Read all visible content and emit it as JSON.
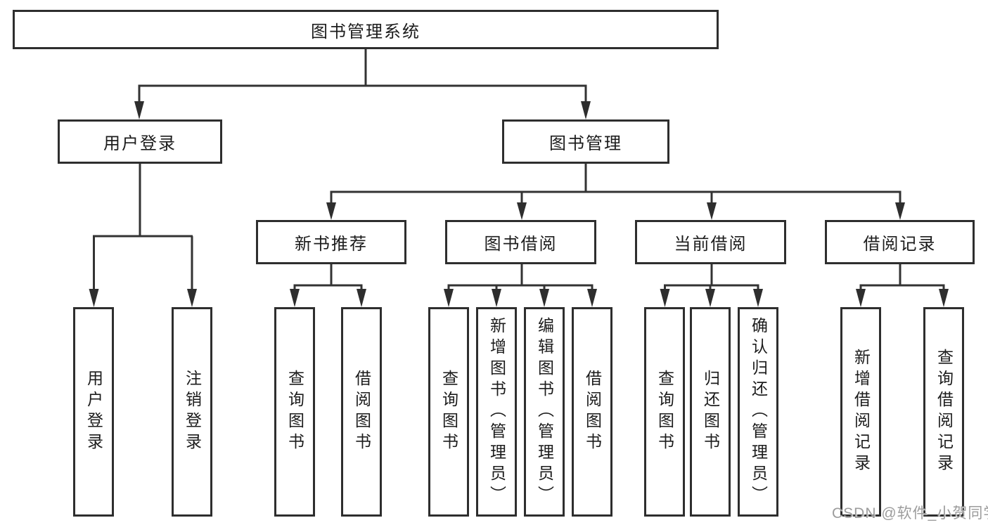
{
  "diagram": {
    "root_label": "图书管理系统",
    "level2": [
      {
        "label": "用户登录"
      },
      {
        "label": "图书管理"
      }
    ],
    "level3": [
      {
        "label": "新书推荐",
        "parent": "图书管理"
      },
      {
        "label": "图书借阅",
        "parent": "图书管理"
      },
      {
        "label": "当前借阅",
        "parent": "图书管理"
      },
      {
        "label": "借阅记录",
        "parent": "图书管理"
      }
    ],
    "leaves": [
      {
        "label": "用户登录",
        "parent": "用户登录"
      },
      {
        "label": "注销登录",
        "parent": "用户登录"
      },
      {
        "label": "查询图书",
        "parent": "新书推荐"
      },
      {
        "label": "借阅图书",
        "parent": "新书推荐"
      },
      {
        "label": "查询图书",
        "parent": "图书借阅"
      },
      {
        "label": "新增图书（管理员）",
        "parent": "图书借阅"
      },
      {
        "label": "编辑图书（管理员）",
        "parent": "图书借阅"
      },
      {
        "label": "借阅图书",
        "parent": "图书借阅"
      },
      {
        "label": "查询图书",
        "parent": "当前借阅"
      },
      {
        "label": "归还图书",
        "parent": "当前借阅"
      },
      {
        "label": "确认归还（管理员）",
        "parent": "当前借阅"
      },
      {
        "label": "新增借阅记录",
        "parent": "借阅记录"
      },
      {
        "label": "查询借阅记录",
        "parent": "借阅记录"
      }
    ]
  },
  "watermark": {
    "text": "CSDN @软件_小贺同学"
  },
  "colors": {
    "line": "#333333",
    "box_border": "#2e2e2e",
    "text": "#1c1c1c",
    "watermark": "#9c9c9c",
    "background": "#ffffff"
  }
}
